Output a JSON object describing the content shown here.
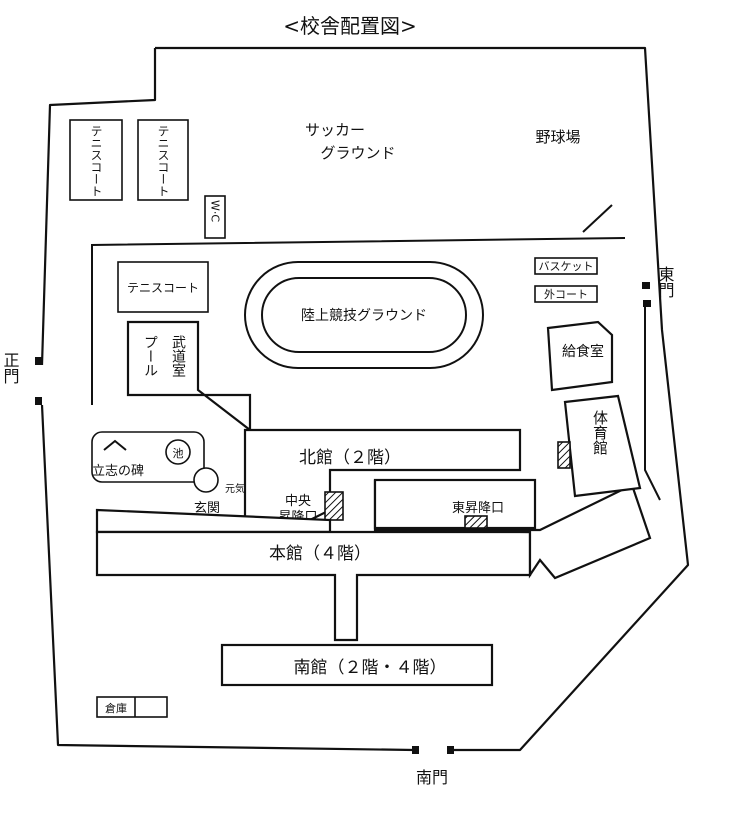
{
  "title": "<校舎配置図>",
  "areas": {
    "soccer_line1": "サッカー",
    "soccer_line2": "グラウンド",
    "baseball": "野球場",
    "tennis_court": "テニスコート",
    "wc": "W·C",
    "track_field": "陸上競技グラウンド",
    "basketball": "バスケット",
    "outdoor_court": "外コート",
    "cafeteria": "給食室",
    "budo_room": "武道室",
    "pool": "プール",
    "gym": "体育館",
    "pond": "池",
    "risshi_monument": "立志の碑",
    "genki_monument": "元気の碑",
    "storage": "倉庫"
  },
  "buildings": {
    "north_wing": "北館（２階）",
    "main_wing": "本館（４階）",
    "south_wing": "南館（２階・４階）"
  },
  "entrances": {
    "genkan": "玄関",
    "center_line1": "中央",
    "center_line2": "昇降口",
    "east": "東昇降口"
  },
  "gates": {
    "main_gate": "正門",
    "east_gate": "東門",
    "south_gate": "南門"
  }
}
